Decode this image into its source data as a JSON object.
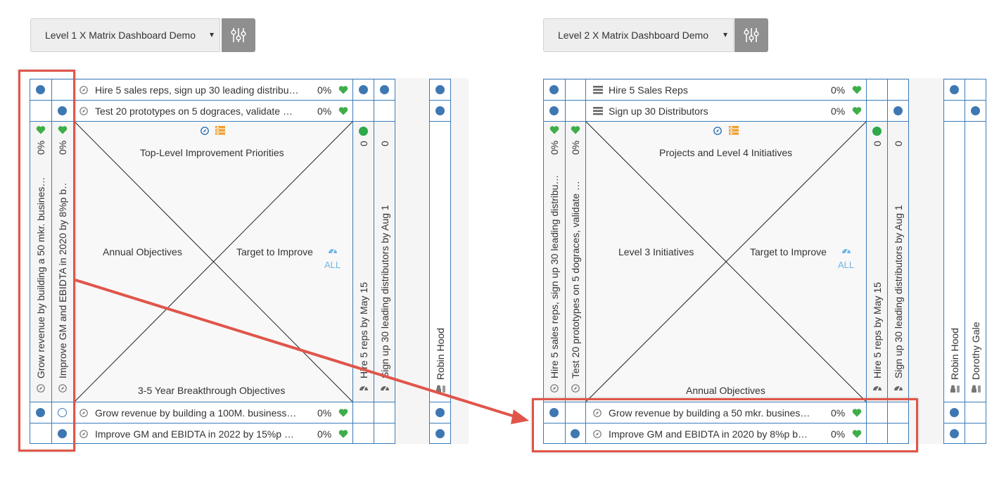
{
  "left": {
    "dropdown_label": "Level 1 X Matrix Dashboard Demo",
    "top_rows": [
      {
        "text": "Hire 5 sales reps, sign up 30 leading distribu…",
        "pct": "0%"
      },
      {
        "text": "Test 20 prototypes on 5 dograces, validate …",
        "pct": "0%"
      }
    ],
    "bottom_rows": [
      {
        "text": "Grow revenue by building a 100M. business…",
        "pct": "0%"
      },
      {
        "text": "Improve GM and EBIDTA in 2022 by 15%p …",
        "pct": "0%"
      }
    ],
    "left_cols": [
      {
        "text": "Grow revenue by building a 50 mkr. busines…",
        "pct": "0%"
      },
      {
        "text": "Improve GM and EBIDTA in 2020 by 8%p b…",
        "pct": "0%"
      }
    ],
    "right_cols": [
      {
        "text": "Hire 5 reps by May 15",
        "count": "0"
      },
      {
        "text": "Sign up 30 leading distributors by Aug 1",
        "count": "0"
      }
    ],
    "people": [
      "Robin Hood"
    ],
    "center": {
      "top": "Top-Level Improvement Priorities",
      "left": "Annual Objectives",
      "right": "Target to Improve",
      "bottom": "3-5 Year Breakthrough Objectives",
      "all": "ALL"
    }
  },
  "right": {
    "dropdown_label": "Level 2 X Matrix Dashboard Demo",
    "top_rows": [
      {
        "text": "Hire 5 Sales Reps",
        "pct": "0%"
      },
      {
        "text": "Sign up 30 Distributors",
        "pct": "0%"
      }
    ],
    "bottom_rows": [
      {
        "text": "Grow revenue by building a 50 mkr. busines…",
        "pct": "0%"
      },
      {
        "text": "Improve GM and EBIDTA in 2020 by 8%p b…",
        "pct": "0%"
      }
    ],
    "left_cols": [
      {
        "text": "Hire 5 sales reps, sign up 30 leading distribu…",
        "pct": "0%"
      },
      {
        "text": "Test 20 prototypes on 5 dograces, validate …",
        "pct": "0%"
      }
    ],
    "right_cols": [
      {
        "text": "Hire 5 reps by May 15",
        "count": "0"
      },
      {
        "text": "Sign up 30 leading distributors by Aug 1",
        "count": "0"
      }
    ],
    "people": [
      "Robin Hood",
      "Dorothy Gale"
    ],
    "center": {
      "top": "Projects and Level 4 Initiatives",
      "left": "Level 3 Initiatives",
      "right": "Target to Improve",
      "bottom": "Annual Objectives",
      "all": "ALL"
    }
  },
  "colors": {
    "grid_border": "#3a7bb8",
    "dot": "#3e78b2",
    "heart": "#3fae49",
    "highlight": "#e0554a",
    "all_link": "#6fb6e3"
  }
}
